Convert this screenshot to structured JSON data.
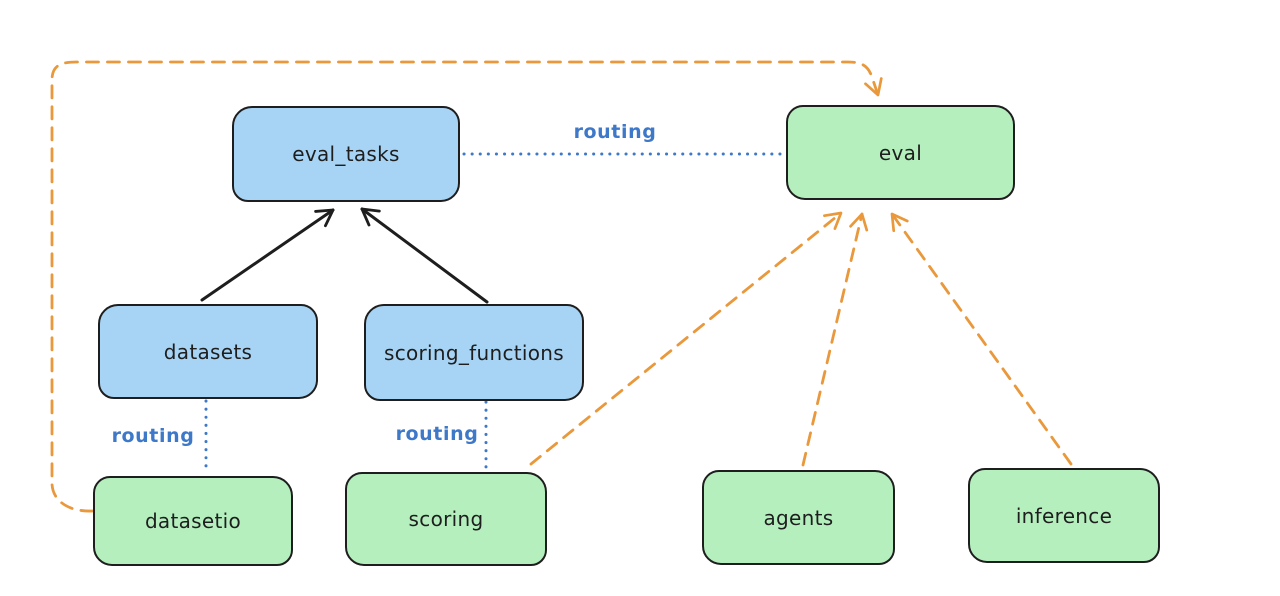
{
  "colors": {
    "blue_fill": "#a7d4f4",
    "green_fill": "#b5efbe",
    "stroke_dark": "#1e1e1e",
    "routing_blue": "#3e78c8",
    "orange": "#e9983b",
    "bg": "#ffffff"
  },
  "nodes": {
    "eval_tasks": {
      "label": "eval_tasks",
      "color": "blue"
    },
    "eval": {
      "label": "eval",
      "color": "green"
    },
    "datasets": {
      "label": "datasets",
      "color": "blue"
    },
    "scoring_functions": {
      "label": "scoring_functions",
      "color": "blue"
    },
    "datasetio": {
      "label": "datasetio",
      "color": "green"
    },
    "scoring": {
      "label": "scoring",
      "color": "green"
    },
    "agents": {
      "label": "agents",
      "color": "green"
    },
    "inference": {
      "label": "inference",
      "color": "green"
    }
  },
  "edges": [
    {
      "from": "datasets",
      "to": "eval_tasks",
      "style": "solid-black-arrow",
      "label": ""
    },
    {
      "from": "scoring_functions",
      "to": "eval_tasks",
      "style": "solid-black-arrow",
      "label": ""
    },
    {
      "from": "eval_tasks",
      "to": "eval",
      "style": "dotted-blue",
      "label": "routing"
    },
    {
      "from": "datasets",
      "to": "datasetio",
      "style": "dotted-blue",
      "label": "routing"
    },
    {
      "from": "scoring_functions",
      "to": "scoring",
      "style": "dotted-blue",
      "label": "routing"
    },
    {
      "from": "datasetio",
      "to": "eval",
      "style": "dashed-orange-arrow-loop",
      "label": ""
    },
    {
      "from": "scoring",
      "to": "eval",
      "style": "dashed-orange-arrow",
      "label": ""
    },
    {
      "from": "agents",
      "to": "eval",
      "style": "dashed-orange-arrow",
      "label": ""
    },
    {
      "from": "inference",
      "to": "eval",
      "style": "dashed-orange-arrow",
      "label": ""
    }
  ]
}
